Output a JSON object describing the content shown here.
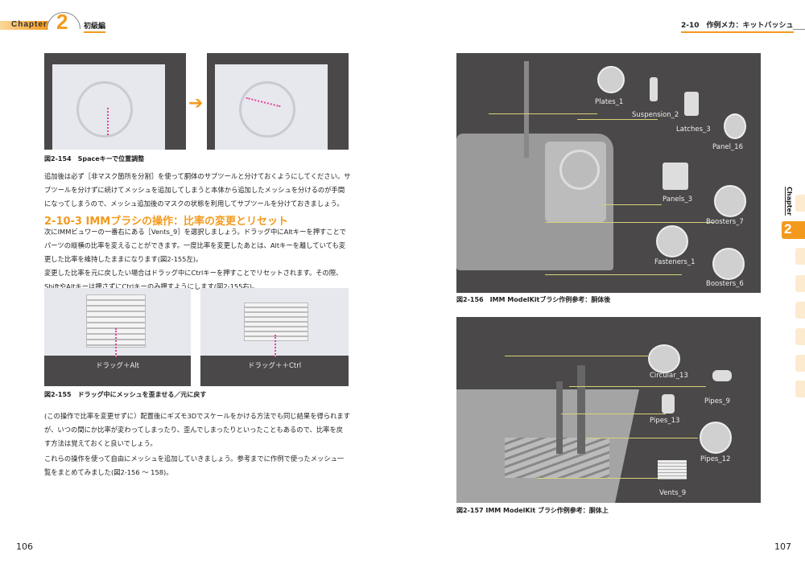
{
  "header_left": {
    "chapter_word": "Chapter",
    "chapter_number": "2",
    "level": "初級編"
  },
  "header_right": {
    "section": "2-10　作例メカ：キットバッシュ"
  },
  "fig154": {
    "caption": "図2-154　Spaceキーで位置調整"
  },
  "para1": [
    "追加後は必ず［非マスク箇所を分割］を使って胴体のサブツールと分けておくようにしてください。サ",
    "ブツールを分けずに続けてメッシュを追加してしまうと本体から追加したメッシュを分けるのが手間",
    "になってしまうので、メッシュ追加後のマスクの状態を利用してサブツールを分けておきましょう。"
  ],
  "heading": "2-10-3 IMMブラシの操作：比率の変更とリセット",
  "para2": [
    "次にIMMビュワーの一番右にある［Vents_9］を選択しましょう。ドラッグ中にAltキーを押すことで",
    "パーツの縦横の比率を変えることができます。一度比率を変更したあとは、Altキーを離していても変",
    "更した比率を維持したままになります(図2-155左)。",
    "変更した比率を元に戻したい場合はドラッグ中にCtrlキーを押すことでリセットされます。その際、",
    "ShiftやAltキーは押さずにCtrlキーのみ押すようにします(図2-155右)。"
  ],
  "fig155": {
    "left_label": "ドラッグ＋Alt",
    "right_label": "ドラッグ＋＋Ctrl",
    "caption": "図2-155　ドラッグ中にメッシュを歪ませる／元に戻す"
  },
  "para3": [
    "(この操作で比率を変更せずに）配置後にギズモ3Dでスケールをかける方法でも同じ結果を得られます",
    "が、いつの間にか比率が変わってしまったり、歪んでしまったりといったこともあるので、比率を戻",
    "す方法は覚えておくと良いでしょう。"
  ],
  "para4": [
    "これらの操作を使って自由にメッシュを追加していきましょう。参考までに作例で使ったメッシュ一",
    "覧をまとめてみました(図2-156 ～ 158)。"
  ],
  "fig156": {
    "labels": [
      "Plates_1",
      "Suspension_2",
      "Latches_3",
      "Panel_16",
      "Panels_3",
      "Boosters_7",
      "Fasteners_1",
      "Boosters_6"
    ],
    "caption": "図2-156　IMM ModelKitブラシ作例参考：胴体後"
  },
  "fig157": {
    "labels": [
      "Circular_13",
      "Pipes_9",
      "Pipes_13",
      "Pipes_12",
      "Vents_9"
    ],
    "caption": "図2-157 IMM ModelKit ブラシ作例参考：胴体上"
  },
  "side_tab": {
    "chapter_word": "Chapter",
    "chapter_number": "2"
  },
  "page_left": "106",
  "page_right": "107",
  "colors": {
    "accent": "#f39a1e",
    "figure_bg": "#4a4848"
  }
}
